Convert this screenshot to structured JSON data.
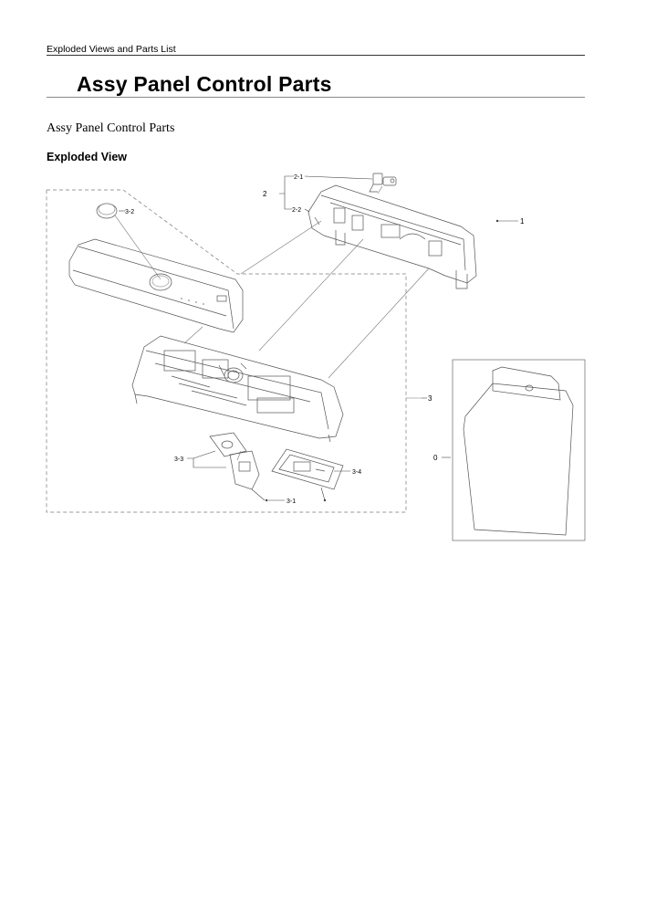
{
  "header": {
    "running_title": "Exploded Views and Parts List"
  },
  "page_title": "Assy Panel Control Parts",
  "section_title": "Assy Panel Control Parts",
  "subsection_title": "Exploded View",
  "callouts": {
    "c0": "0",
    "c1": "1",
    "c2": "2",
    "c2_1": "2-1",
    "c2_2": "2-2",
    "c3": "3",
    "c3_1": "3-1",
    "c3_2": "3-2",
    "c3_3": "3-3",
    "c3_4": "3-4"
  }
}
